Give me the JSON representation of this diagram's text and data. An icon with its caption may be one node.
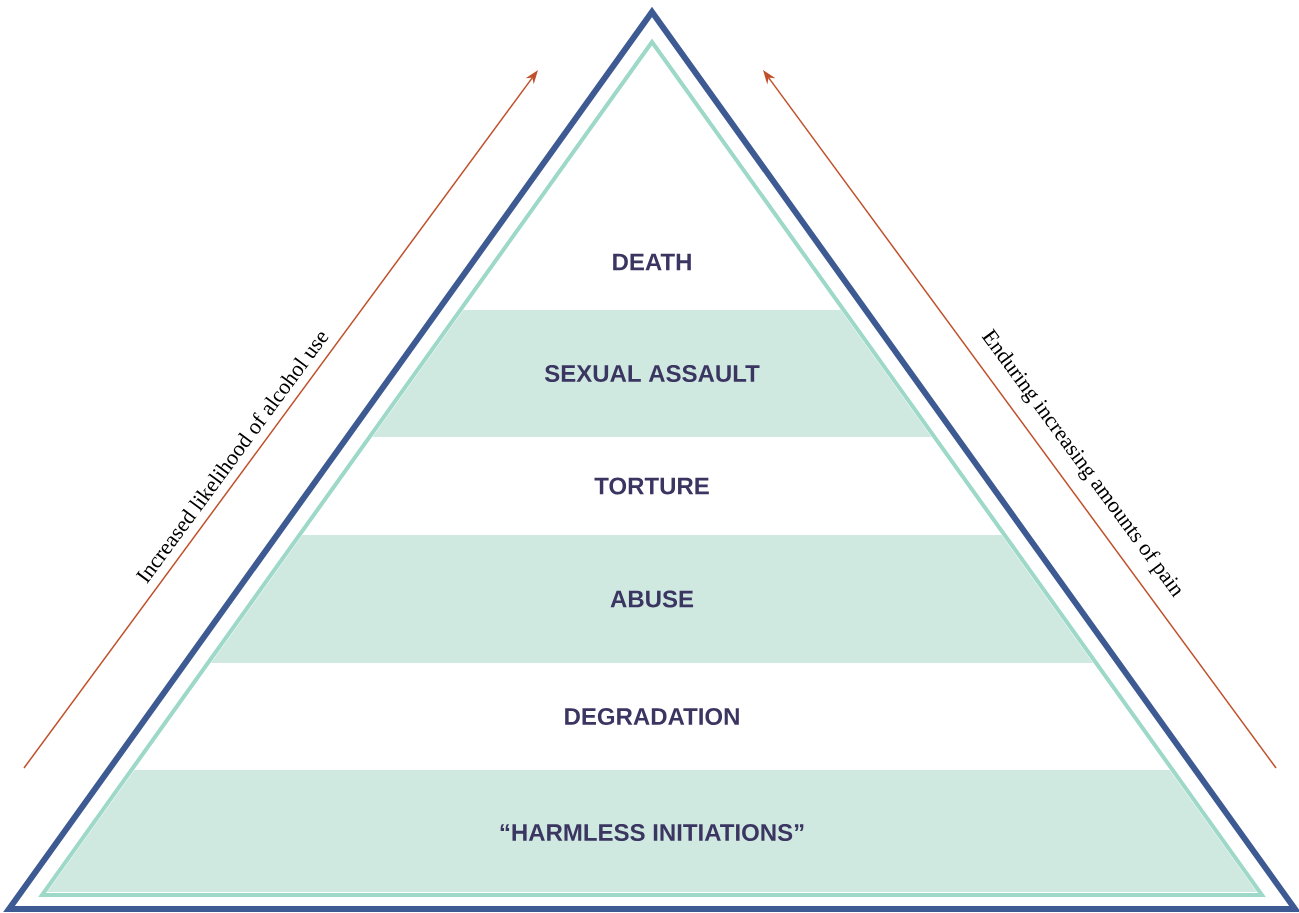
{
  "diagram": {
    "nodes": [
      {
        "text": [
          "DEATH"
        ]
      },
      {
        "text": [
          "SEXUAL ASSAULT"
        ]
      },
      {
        "text": [
          "TORTURE"
        ]
      },
      {
        "text": [
          "ABUSE"
        ]
      },
      {
        "text": [
          "DEGRADATION"
        ]
      },
      {
        "text": [
          "“HARMLESS INITIATIONS”"
        ]
      }
    ],
    "labels": [
      "Increased likelihood of alcohol use",
      "Enduring increasing amounts of pain"
    ]
  }
}
